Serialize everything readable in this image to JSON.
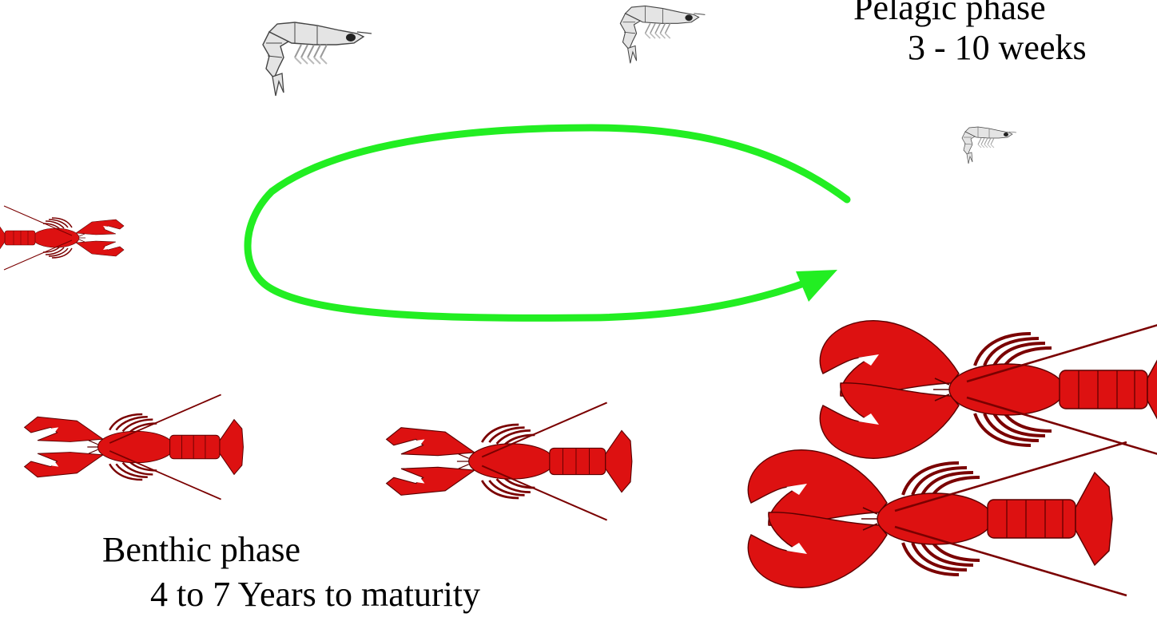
{
  "pelagic": {
    "title": "Pelagic phase",
    "duration": "3 - 10 weeks"
  },
  "benthic": {
    "title": "Benthic phase",
    "duration": "4 to 7 Years to maturity"
  },
  "colors": {
    "cycle_arrow": "#22ee22",
    "lobster_body": "#dd1111",
    "lobster_small": "#e8504f",
    "larva_body": "#e4e4e4",
    "larva_outline": "#444444",
    "text": "#000000"
  },
  "icons": {
    "larva": "shrimp-larva-icon",
    "juvenile": "juvenile-lobster-icon",
    "adult": "adult-lobster-icon",
    "cycle": "life-cycle-arrow"
  }
}
